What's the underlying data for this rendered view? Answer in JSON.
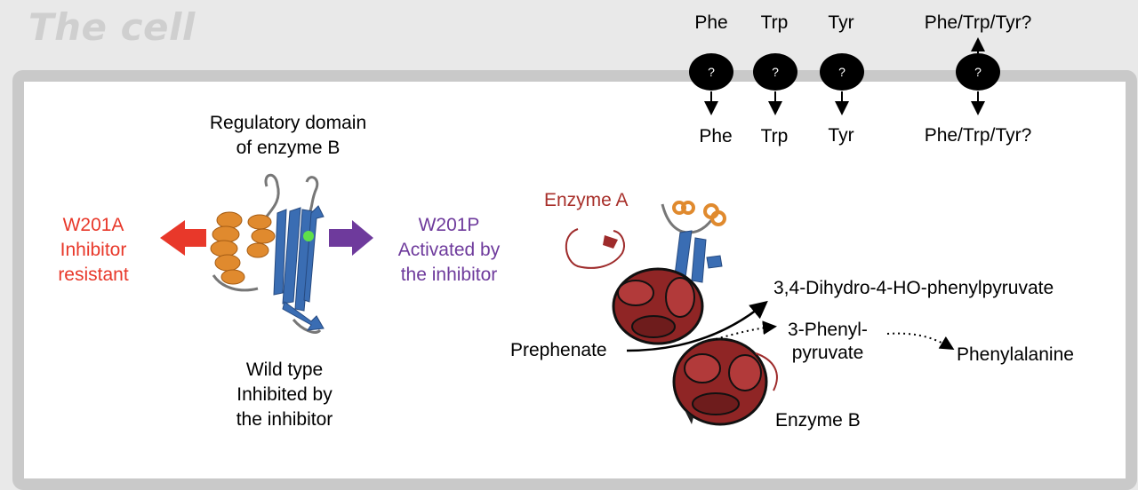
{
  "title": "The cell",
  "transporters": [
    {
      "top": "Phe",
      "bottom": "Phe",
      "mark": "?"
    },
    {
      "top": "Trp",
      "bottom": "Trp",
      "mark": "?"
    },
    {
      "top": "Tyr",
      "bottom": "Tyr",
      "mark": "?"
    },
    {
      "top": "Phe/Trp/Tyr?",
      "bottom": "Phe/Trp/Tyr?",
      "mark": "?"
    }
  ],
  "regulatory": {
    "title_line1": "Regulatory domain",
    "title_line2": "of enzyme B",
    "wild_line1": "Wild type",
    "wild_line2": "Inhibited by",
    "wild_line3": "the inhibitor"
  },
  "mutants": {
    "left": {
      "line1": "W201A",
      "line2": "Inhibitor",
      "line3": "resistant"
    },
    "right": {
      "line1": "W201P",
      "line2": "Activated by",
      "line3": "the inhibitor"
    }
  },
  "pathway": {
    "enzyme_a": "Enzyme A",
    "enzyme_b": "Enzyme B",
    "substrate": "Prephenate",
    "product1": "3,4-Dihydro-4-HO-phenylpyruvate",
    "product2_line1": "3-Phenyl-",
    "product2_line2": "pyruvate",
    "product3": "Phenylalanine"
  },
  "colors": {
    "left_arrow": "#e8382a",
    "right_arrow": "#6e3a9c",
    "helix": "#e08a2e",
    "strand": "#3a6db3",
    "enzyme": "#9e2b2b"
  }
}
